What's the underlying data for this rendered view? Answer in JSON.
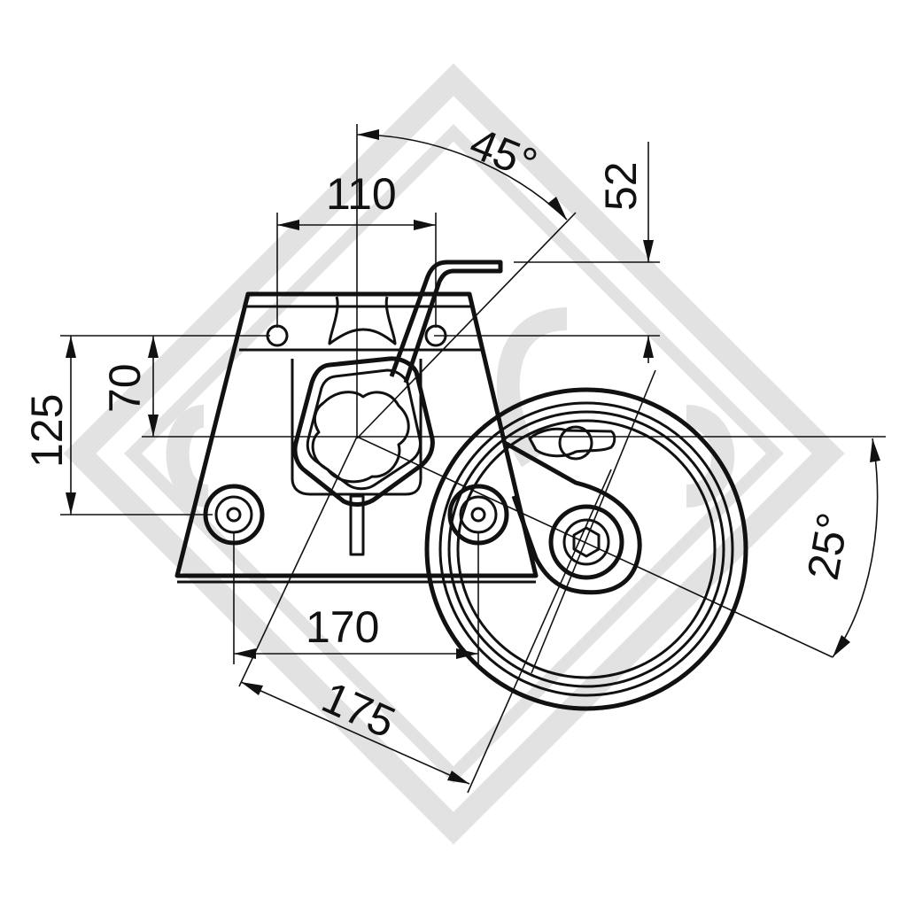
{
  "dimensions": {
    "angle_top": "45°",
    "angle_right": "25°",
    "width_top": "110",
    "height_right_top": "52",
    "height_left_outer": "125",
    "height_left_inner": "70",
    "width_bottom_horizontal": "170",
    "width_bottom_angled": "175"
  }
}
